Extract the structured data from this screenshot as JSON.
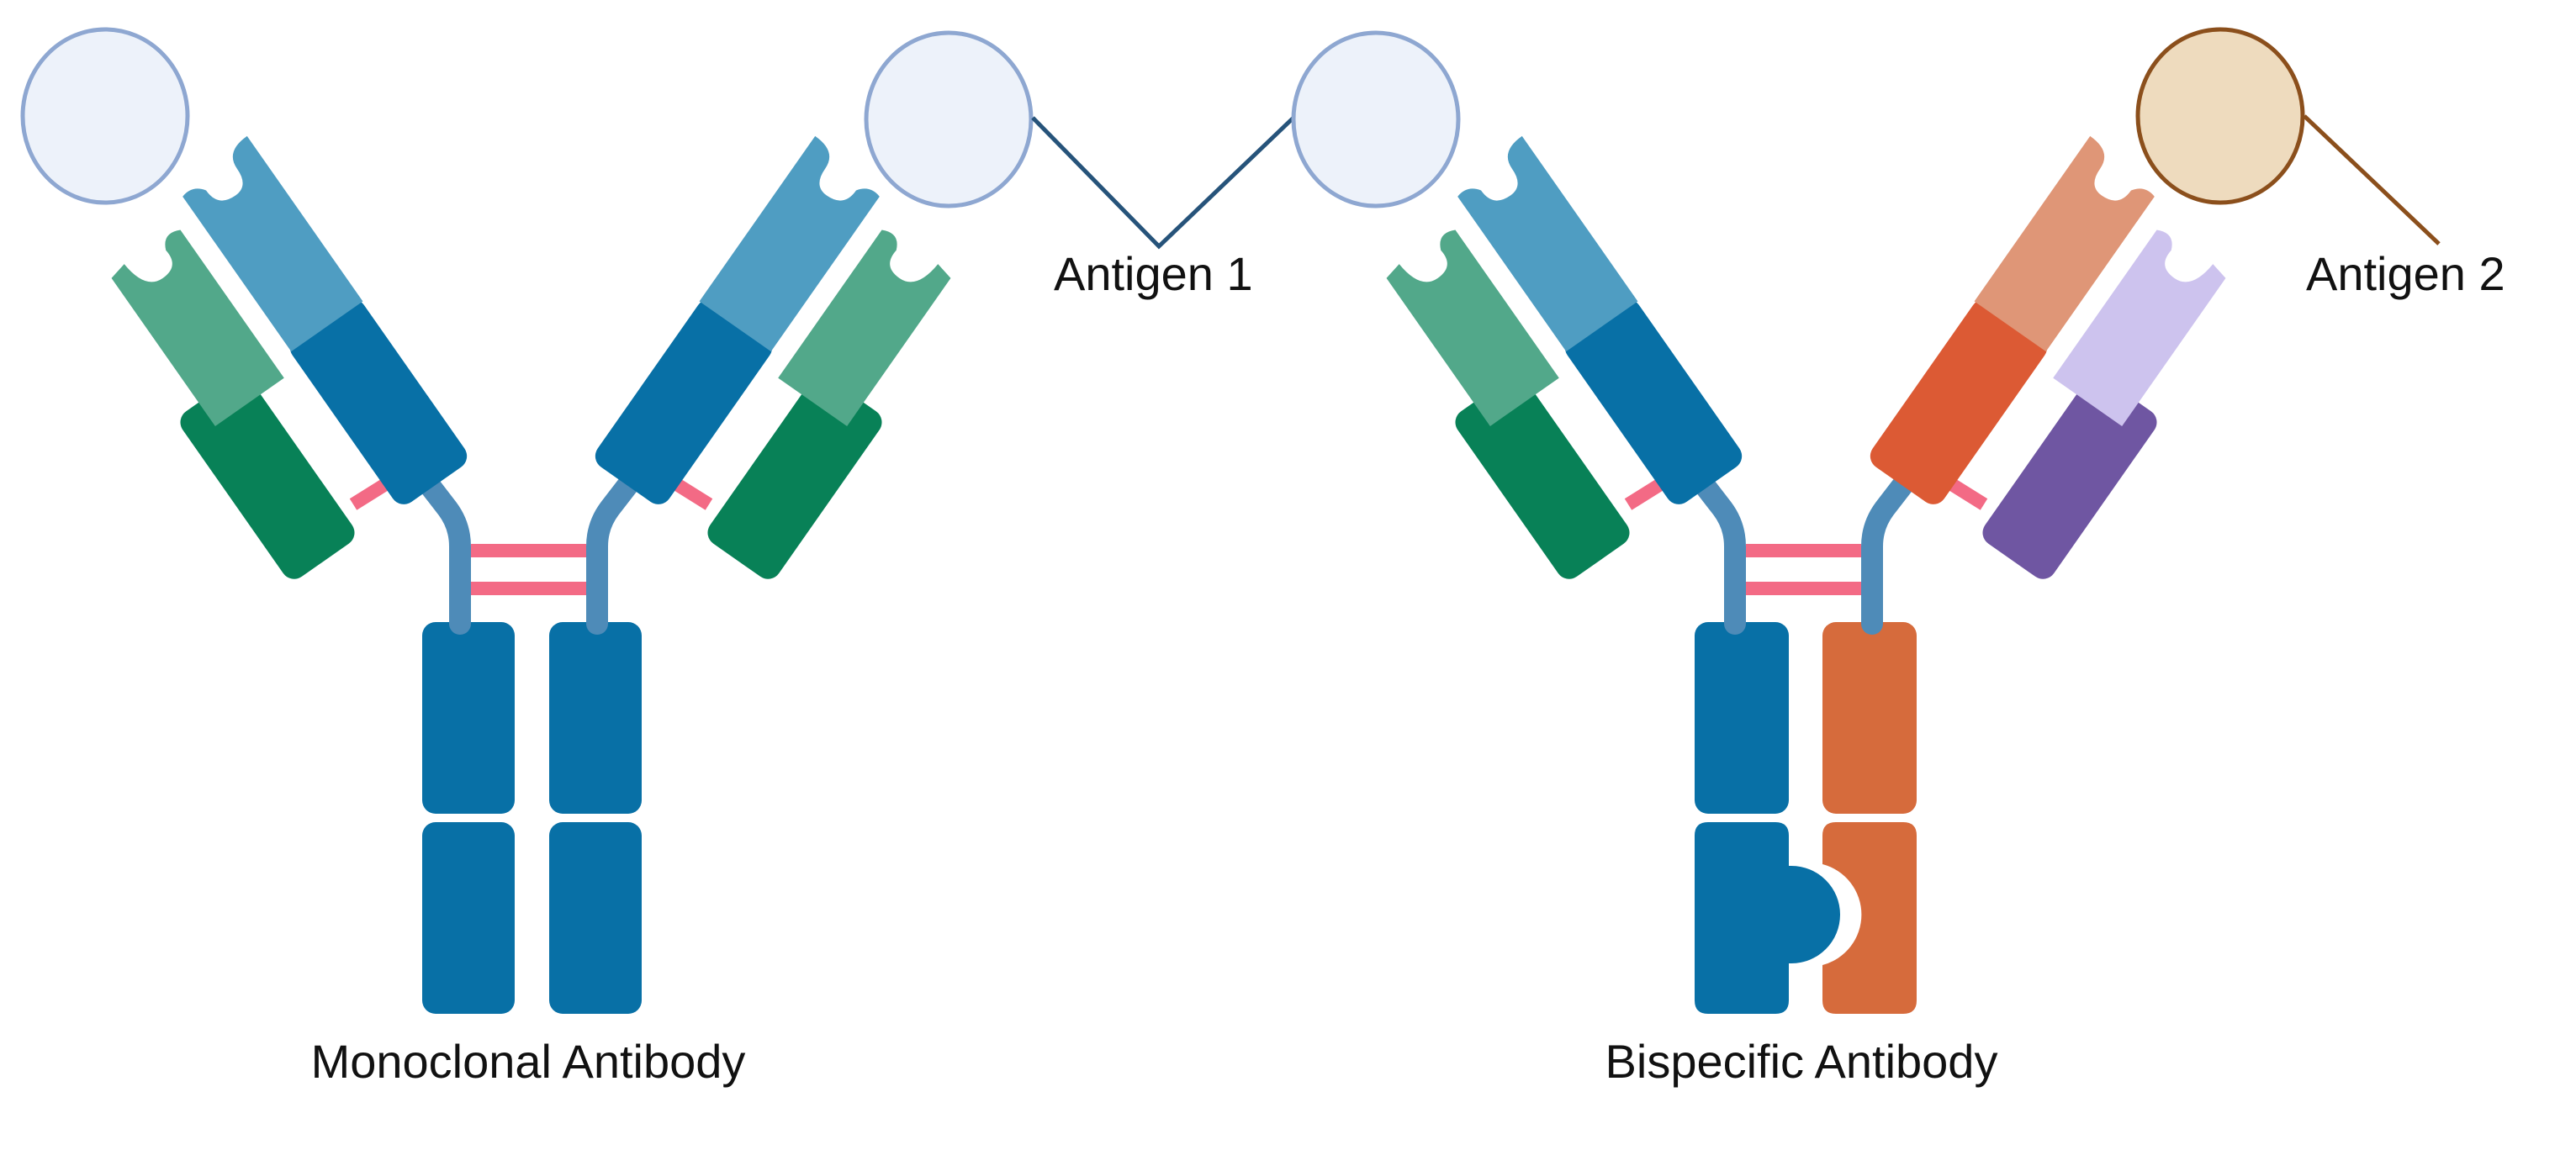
{
  "labels": {
    "antigen1": "Antigen 1",
    "antigen2": "Antigen 2",
    "monoclonal": "Monoclonal Antibody",
    "bispecific": "Bispecific Antibody"
  },
  "colors": {
    "antigen1_fill": "#edf2fa",
    "antigen1_stroke": "#8ea7d1",
    "antigen2_fill": "#eedbbe",
    "antigen2_stroke": "#8b4f1c",
    "light_teal": "#52a88a",
    "dark_green": "#088157",
    "light_blue": "#4f9dc2",
    "dark_blue": "#0870a6",
    "hinge_blue": "#4e8bb8",
    "disulfide_pink": "#f36a85",
    "peach": "#df9677",
    "red_orange": "#dc5a34",
    "lavender": "#cdc3ee",
    "purple": "#6f56a2",
    "orange": "#d66b3c",
    "leader_blue": "#26537a",
    "leader_brown": "#8b4f1c"
  }
}
